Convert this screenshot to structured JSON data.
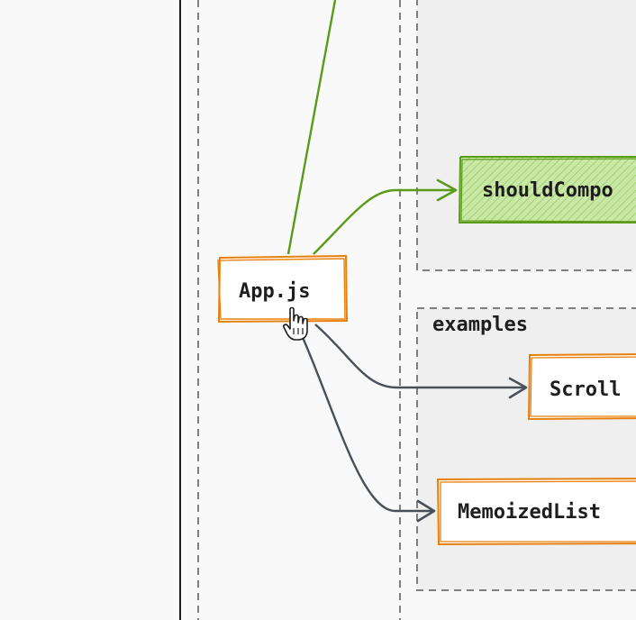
{
  "diagram": {
    "groups": [
      {
        "id": "examples",
        "label": "examples"
      }
    ],
    "nodes": [
      {
        "id": "app",
        "label": "App.js",
        "color": "#e8800e"
      },
      {
        "id": "should",
        "label": "shouldCompo",
        "color": "#5a9b1a",
        "fill": "#b9e08a"
      },
      {
        "id": "scroll",
        "label": "Scroll",
        "color": "#e8800e"
      },
      {
        "id": "memo",
        "label": "MemoizedList",
        "color": "#e8800e"
      }
    ],
    "edges": [
      {
        "from": "app",
        "to": "offscreen-top",
        "color": "#5a9b1a"
      },
      {
        "from": "app",
        "to": "should",
        "color": "#5a9b1a"
      },
      {
        "from": "app",
        "to": "scroll",
        "color": "#495057"
      },
      {
        "from": "app",
        "to": "memo",
        "color": "#495057"
      }
    ],
    "colors": {
      "background": "#f9f9f9",
      "group_fill": "#efefef",
      "dashed_border": "#808080",
      "orange": "#e8800e",
      "green": "#5a9b1a",
      "green_fill": "#b9e08a",
      "gray_arrow": "#495057"
    },
    "cursor_icon": "hand-pointer-icon"
  }
}
